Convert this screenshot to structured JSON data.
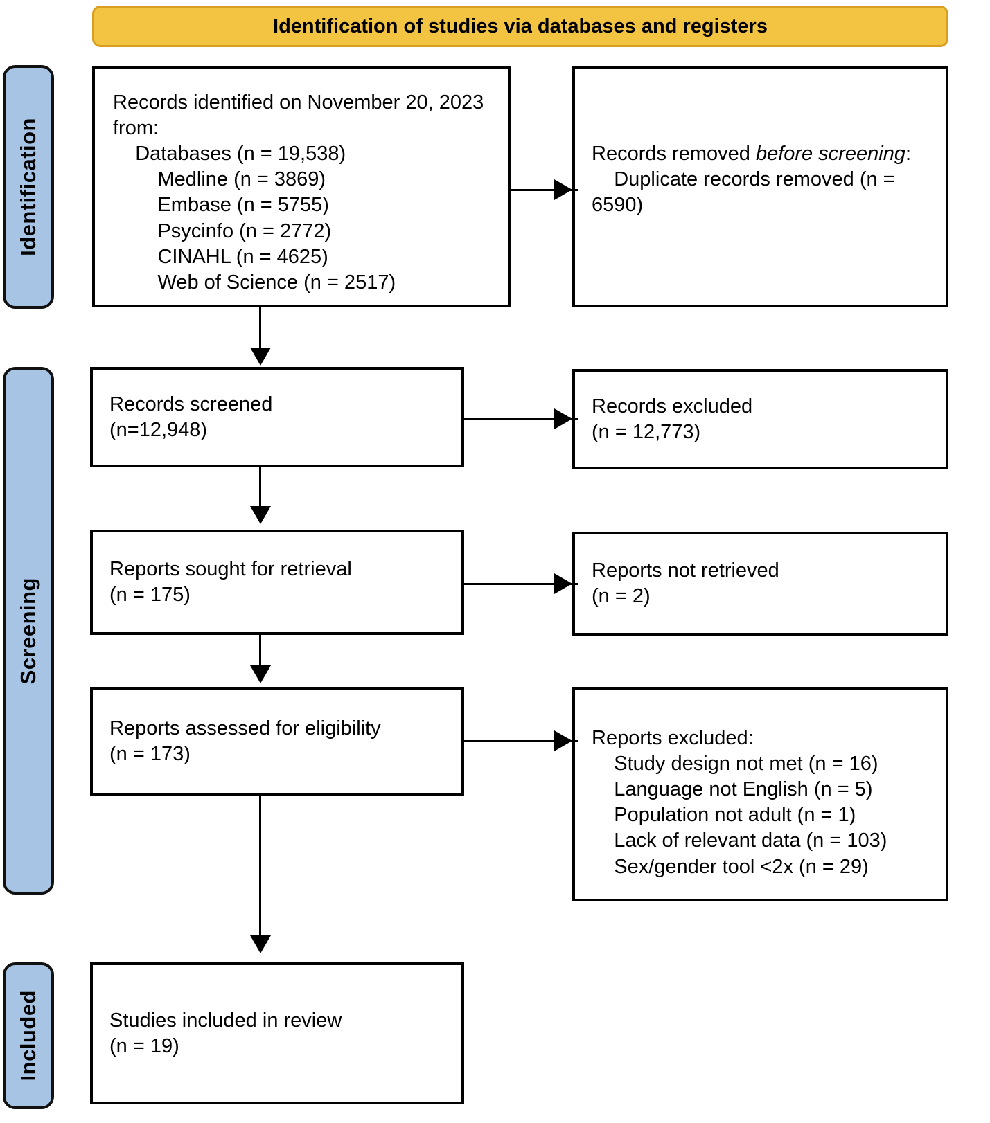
{
  "banner": {
    "title": "Identification of studies via databases and registers"
  },
  "stages": [
    {
      "key": "identification",
      "label": "Identification"
    },
    {
      "key": "screening",
      "label": "Screening"
    },
    {
      "key": "included",
      "label": "Included"
    }
  ],
  "boxes": {
    "identified": {
      "line1": "Records identified on November 20, 2023 from:",
      "full": "Records identified on November 20, 2023 from:\n    Databases (n = 19,538)\n        Medline (n = 3869)\n        Embase (n = 5755)\n        Psycinfo (n = 2772)\n        CINAHL (n = 4625)\n        Web of Science (n = 2517)",
      "databases_total": "Databases (n = 19,538)",
      "sources": [
        "Medline (n = 3869)",
        "Embase (n = 5755)",
        "Psycinfo (n = 2772)",
        "CINAHL (n = 4625)",
        "Web of Science (n = 2517)"
      ]
    },
    "removed": {
      "heading_plain": "Records removed ",
      "heading_italic": "before screening",
      "heading_colon": ":",
      "detail": "    Duplicate records removed (n = 6590)"
    },
    "screened": {
      "full": "Records screened\n(n=12,948)"
    },
    "excluded": {
      "full": "Records excluded\n(n = 12,773)"
    },
    "sought": {
      "full": "Reports sought for retrieval\n(n = 175)"
    },
    "not_retrieved": {
      "full": "Reports not retrieved\n(n = 2)"
    },
    "assessed": {
      "full": "Reports assessed for eligibility\n(n = 173)"
    },
    "reports_excluded": {
      "full": "Reports excluded:\n    Study design not met (n = 16)\n    Language not English (n = 5)\n    Population not adult (n = 1)\n    Lack of relevant data (n = 103)\n    Sex/gender tool <2x (n = 29)",
      "heading": "Reports excluded:",
      "reasons": [
        "Study design not met (n = 16)",
        "Language not English (n = 5)",
        "Population not adult (n = 1)",
        "Lack of relevant data (n = 103)",
        "Sex/gender tool <2x (n = 29)"
      ]
    },
    "included": {
      "full": "Studies included in review\n(n = 19)"
    }
  },
  "colors": {
    "banner_fill": "#F3C342",
    "banner_border": "#D99E20",
    "stage_tab_fill": "#A7C4E4",
    "box_border": "#000000",
    "box_fill": "#FFFFFF",
    "text": "#000000"
  },
  "flow_data": {
    "type": "prisma-flow",
    "counts": {
      "records_identified_databases": 19538,
      "medline": 3869,
      "embase": 5755,
      "psycinfo": 2772,
      "cinahl": 4625,
      "web_of_science": 2517,
      "duplicates_removed": 6590,
      "records_screened": 12948,
      "records_excluded": 12773,
      "reports_sought": 175,
      "reports_not_retrieved": 2,
      "reports_assessed": 173,
      "excluded_study_design": 16,
      "excluded_language": 5,
      "excluded_population": 1,
      "excluded_lack_of_data": 103,
      "excluded_sex_gender_tool": 29,
      "studies_included": 19
    }
  }
}
